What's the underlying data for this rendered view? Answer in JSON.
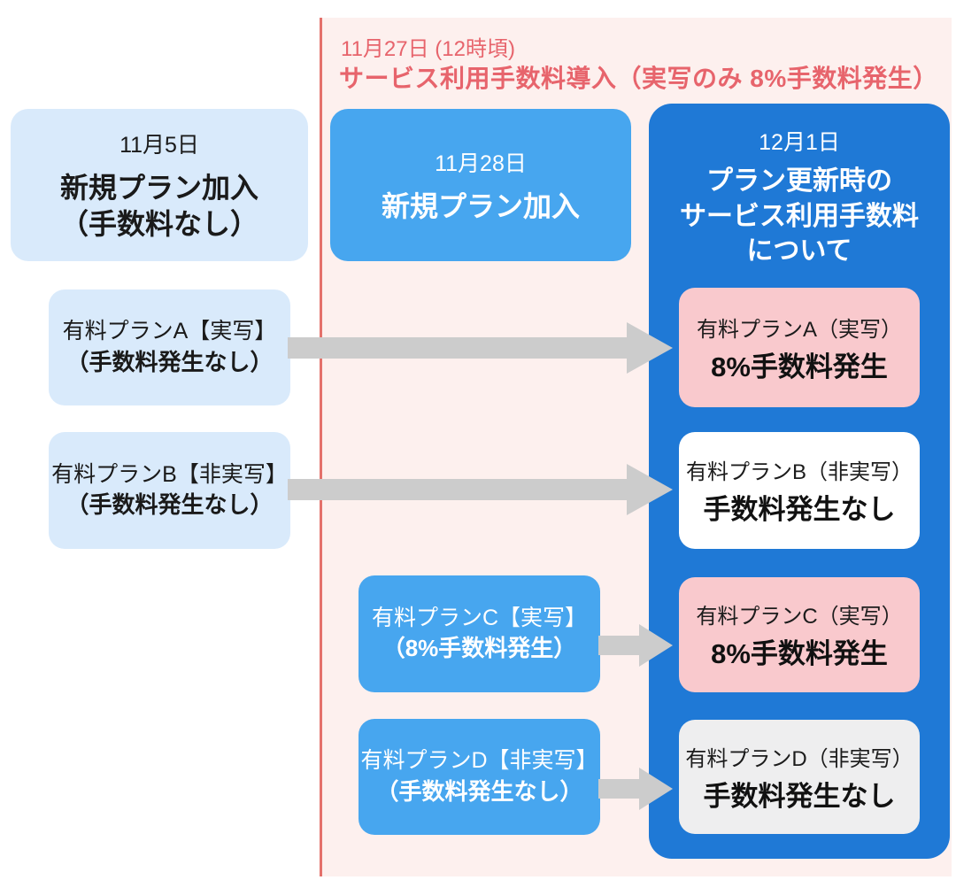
{
  "colors": {
    "background": "#ffffff",
    "timeline_bg": "#fdf0ee",
    "timeline_line": "#e4716b",
    "header_text": "#e7646c",
    "light_blue": "#d9eafb",
    "mid_blue": "#47a6ef",
    "dark_blue": "#1f79d6",
    "pink_card": "#f9c9cd",
    "gray_card": "#eeeeef",
    "arrow": "#cccccc",
    "text_dark": "#1a1a1a"
  },
  "header": {
    "date": "11月27日 (12時頃)",
    "title": "サービス利用手数料導入（実写のみ 8%手数料発生）"
  },
  "columns": {
    "nov5": {
      "date": "11月5日",
      "title_line1": "新規プラン加入",
      "title_line2": "（手数料なし）"
    },
    "nov28": {
      "date": "11月28日",
      "title": "新規プラン加入"
    },
    "dec1": {
      "date": "12月1日",
      "title_line1": "プラン更新時の",
      "title_line2": "サービス利用手数料",
      "title_line3": "について"
    }
  },
  "plans_left": [
    {
      "name": "有料プランA【実写】",
      "note": "（手数料発生なし）"
    },
    {
      "name": "有料プランB【非実写】",
      "note": "（手数料発生なし）"
    }
  ],
  "plans_middle": [
    {
      "name": "有料プランC【実写】",
      "note": "（8%手数料発生）"
    },
    {
      "name": "有料プランD【非実写】",
      "note": "（手数料発生なし）"
    }
  ],
  "results": [
    {
      "name": "有料プランA（実写）",
      "outcome": "8%手数料発生",
      "style": "pink"
    },
    {
      "name": "有料プランB（非実写）",
      "outcome": "手数料発生なし",
      "style": "white"
    },
    {
      "name": "有料プランC（実写）",
      "outcome": "8%手数料発生",
      "style": "pink"
    },
    {
      "name": "有料プランD（非実写）",
      "outcome": "手数料発生なし",
      "style": "gray"
    }
  ]
}
